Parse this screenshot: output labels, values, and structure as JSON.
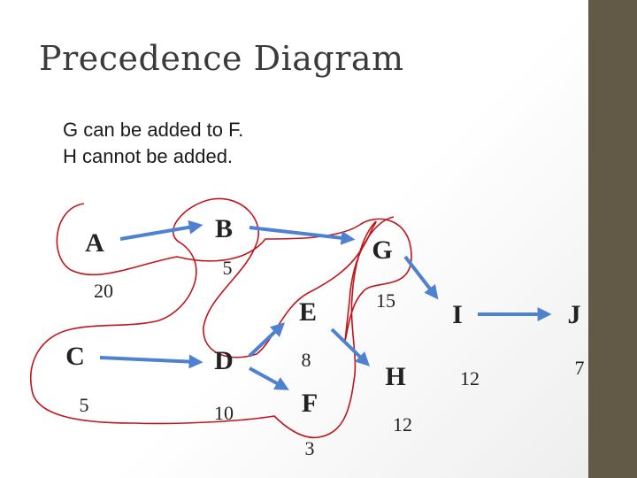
{
  "slide": {
    "title": "Precedence Diagram",
    "lines": [
      "G can be added to F.",
      "H cannot be added."
    ]
  },
  "nodes": [
    {
      "id": "A",
      "label": "A",
      "duration": "20"
    },
    {
      "id": "B",
      "label": "B",
      "duration": "5"
    },
    {
      "id": "G",
      "label": "G",
      "duration": "15"
    },
    {
      "id": "C",
      "label": "C",
      "duration": "5"
    },
    {
      "id": "D",
      "label": "D",
      "duration": "10"
    },
    {
      "id": "E",
      "label": "E",
      "duration": "8"
    },
    {
      "id": "F",
      "label": "F",
      "duration": "3"
    },
    {
      "id": "H",
      "label": "H",
      "duration": "12"
    },
    {
      "id": "I",
      "label": "I",
      "duration": "12"
    },
    {
      "id": "J",
      "label": "J",
      "duration": "7"
    }
  ],
  "edges": [
    {
      "from": "A",
      "to": "B"
    },
    {
      "from": "B",
      "to": "G"
    },
    {
      "from": "G",
      "to": "I"
    },
    {
      "from": "C",
      "to": "D"
    },
    {
      "from": "D",
      "to": "E"
    },
    {
      "from": "D",
      "to": "F"
    },
    {
      "from": "E",
      "to": "H"
    },
    {
      "from": "I",
      "to": "J"
    }
  ],
  "colors": {
    "arrow": "#4f81d1",
    "outline": "#c0151b",
    "sidebar": "#625a47",
    "title": "#3b3b3b"
  }
}
